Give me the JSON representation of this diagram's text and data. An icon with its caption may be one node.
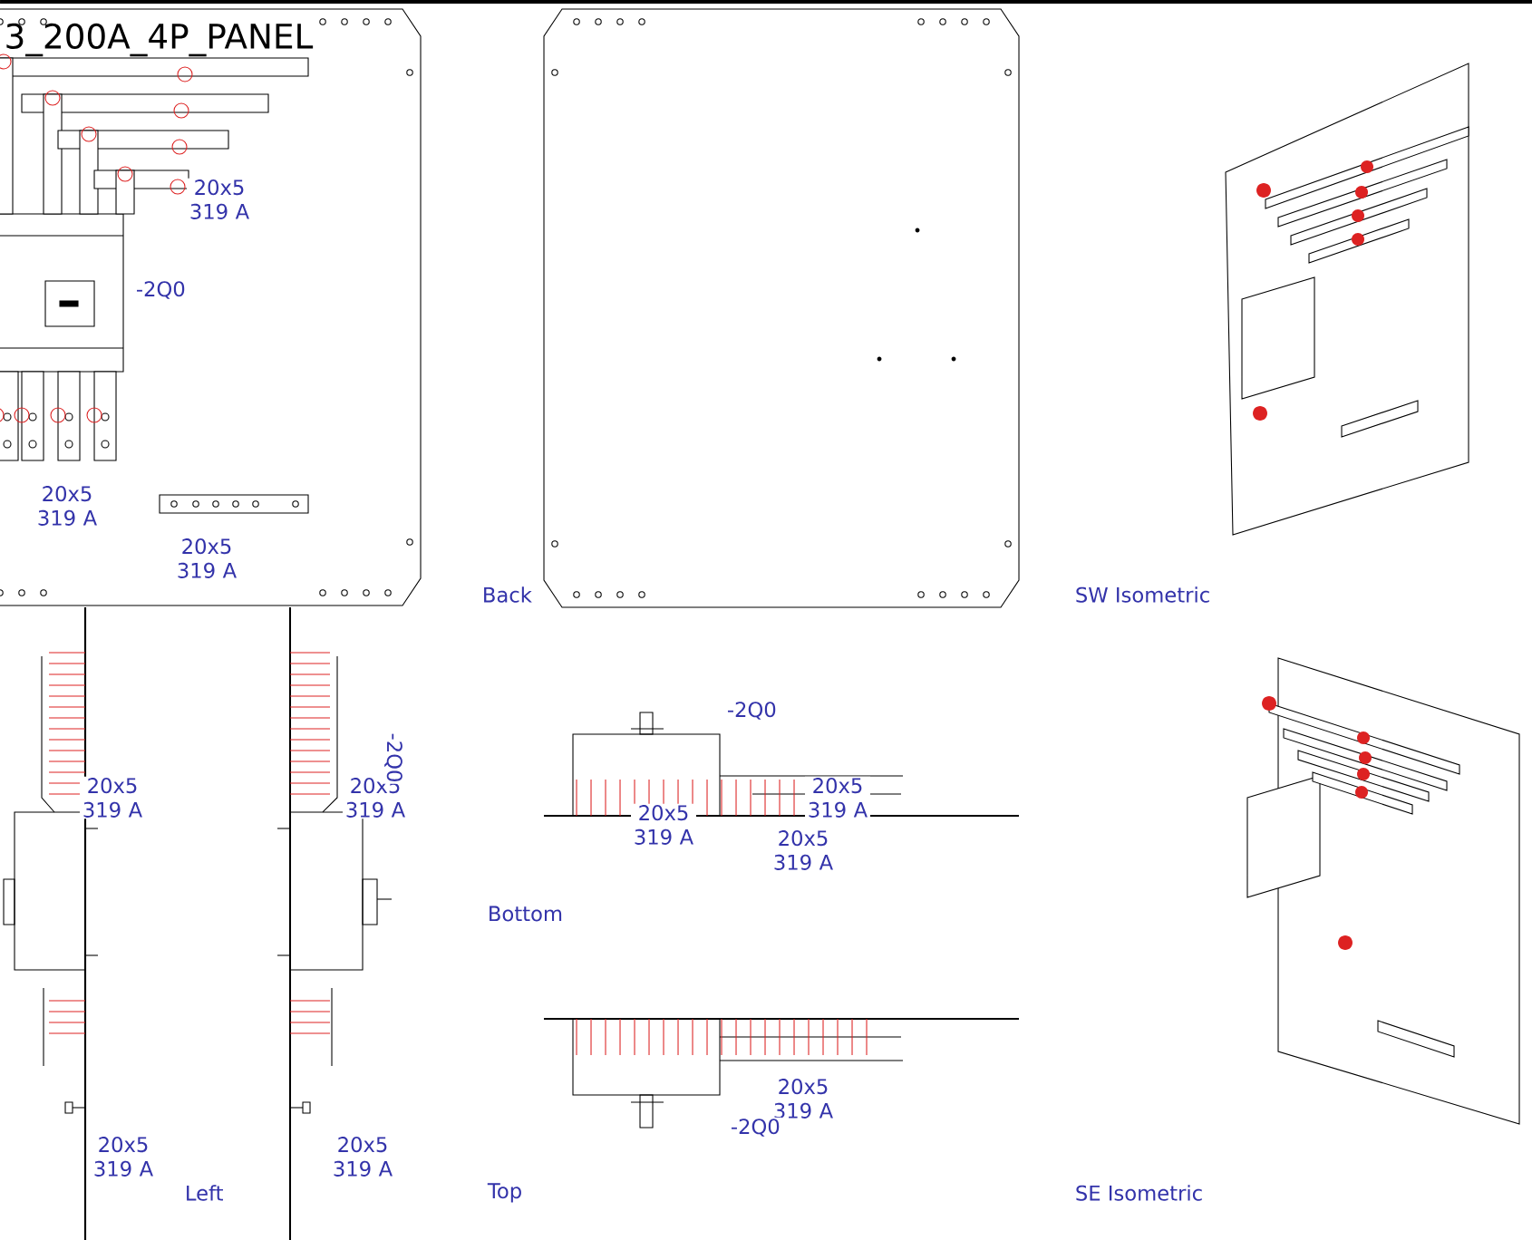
{
  "diagram": {
    "title": "3_200A_4P_PANEL",
    "labels": [
      "20x5 319 A",
      "-2Q0",
      "20x5 319 A",
      "20x5 319 A",
      "Back",
      "SW Isometric",
      "20x5 319 A",
      "20x5 319 A",
      "-2Q0",
      "-2Q0",
      "20x5 319 A",
      "20x5 319 A",
      "20x5 319 A",
      "Bottom",
      "20x5 319 A",
      "-2Q0",
      "20x5 319 A",
      "Left",
      "20x5 319 A",
      "Top",
      "SE Isometric"
    ]
  }
}
